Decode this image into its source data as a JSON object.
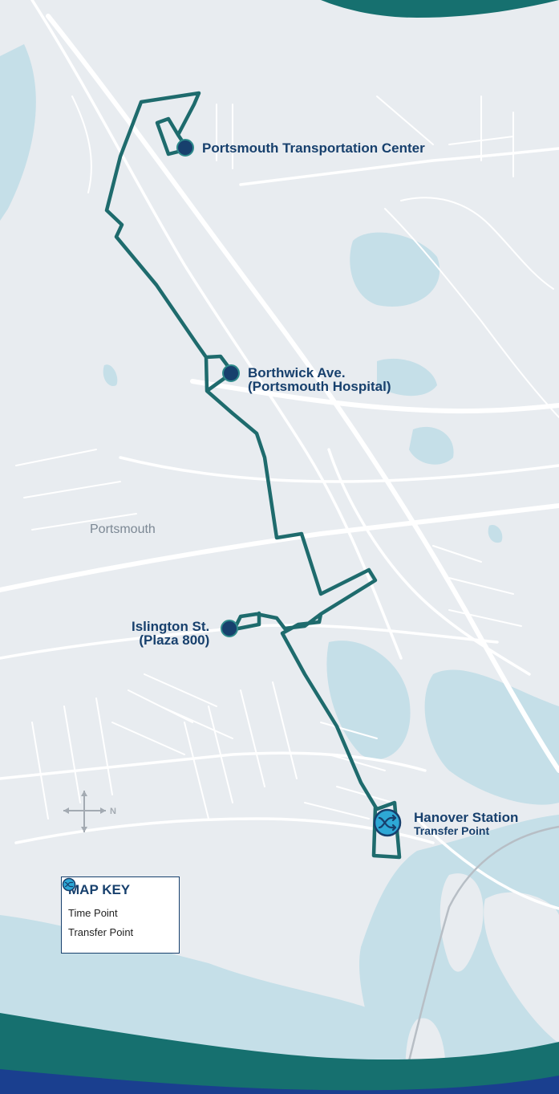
{
  "map": {
    "city_label": "Portsmouth",
    "compass": {
      "direction": "N"
    },
    "stops": [
      {
        "id": "ptc",
        "name": "Portsmouth Transportation Center",
        "sub": "",
        "type": "time-point"
      },
      {
        "id": "borthwick",
        "name": "Borthwick Ave.",
        "sub": "(Portsmouth Hospital)",
        "type": "time-point"
      },
      {
        "id": "islington",
        "name": "Islington St.",
        "sub": "(Plaza 800)",
        "type": "time-point"
      },
      {
        "id": "hanover",
        "name": "Hanover Station",
        "sub": "Transfer Point",
        "type": "transfer-point"
      }
    ]
  },
  "map_key": {
    "title": "MAP KEY",
    "items": [
      {
        "label": "Time Point",
        "icon": "time-point-icon"
      },
      {
        "label": "Transfer Point",
        "icon": "transfer-point-icon"
      }
    ]
  },
  "colors": {
    "route": "#1e6b6d",
    "time_point": "#17406d",
    "transfer_point": "#2ea8d6",
    "water": "#c5dfe8",
    "land": "#e8ecf0",
    "road": "#ffffff",
    "label": "#17406d",
    "banner_teal": "#16706f",
    "banner_navy": "#1a3f8f"
  }
}
